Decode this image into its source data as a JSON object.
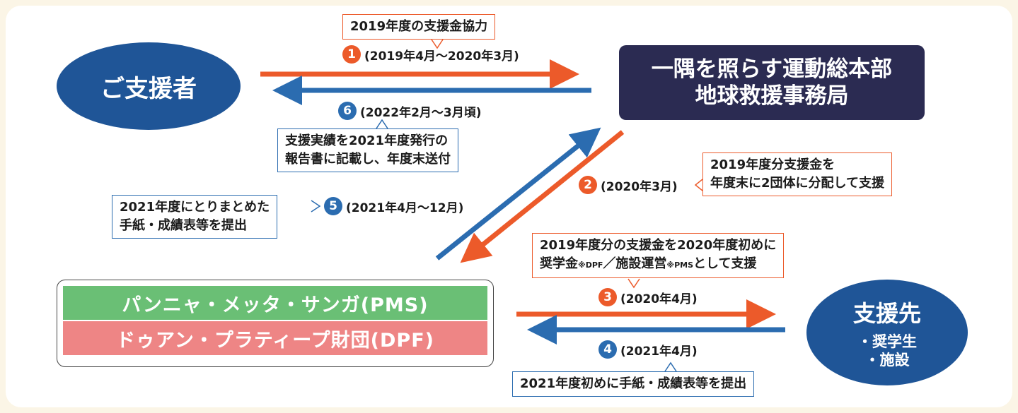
{
  "colors": {
    "orange": "#ec5a2a",
    "blue": "#2b6cb0",
    "navy": "#1f5597",
    "dark": "#2b2b52",
    "pms_green": "#6abf75",
    "dpf_pink": "#ee8585"
  },
  "nodes": {
    "supporter": "ご支援者",
    "hq_line1": "一隅を照らす運動総本部",
    "hq_line2": "地球救援事務局",
    "pms": "パンニャ・メッタ・サンガ(PMS)",
    "dpf": "ドゥアン・プラティープ財団(DPF)",
    "beneficiary": "支援先",
    "beneficiary_item1": "・奨学生",
    "beneficiary_item2": "・施設"
  },
  "steps": [
    {
      "num": "1",
      "date": "(2019年4月〜2020年3月)",
      "color": "orange"
    },
    {
      "num": "2",
      "date": "(2020年3月)",
      "color": "orange"
    },
    {
      "num": "3",
      "date": "(2020年4月)",
      "color": "orange"
    },
    {
      "num": "4",
      "date": "(2021年4月)",
      "color": "blue"
    },
    {
      "num": "5",
      "date": "(2021年4月〜12月)",
      "color": "blue"
    },
    {
      "num": "6",
      "date": "(2022年2月〜3月頃)",
      "color": "blue"
    }
  ],
  "callouts": {
    "c1": "2019年度の支援金協力",
    "c6_line1": "支援実績を2021年度発行の",
    "c6_line2": "報告書に記載し、年度末送付",
    "c2_line1": "2019年度分支援金を",
    "c2_line2": "年度末に2団体に分配して支援",
    "c5_line1": "2021年度にとりまとめた",
    "c5_line2": "手紙・成績表等を提出",
    "c3_line1": "2019年度分の支援金を2020年度初めに",
    "c3_line2_a": "奨学金",
    "c3_note_dpf": "※DPF",
    "c3_line2_b": "／施設運営",
    "c3_note_pms": "※PMS",
    "c3_line2_c": "として支援",
    "c4": "2021年度初めに手紙・成績表等を提出"
  }
}
